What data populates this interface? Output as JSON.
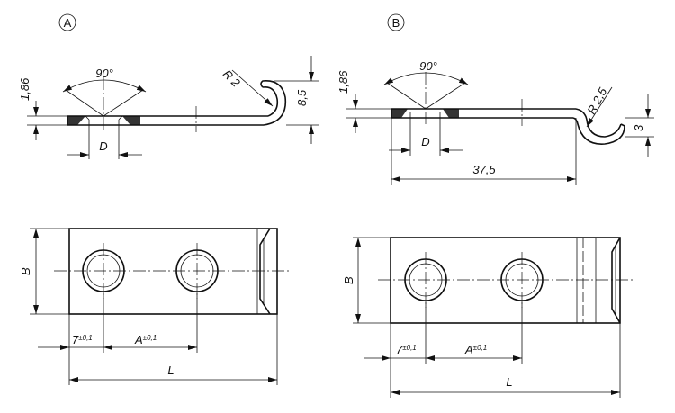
{
  "views": {
    "a": {
      "marker": "A"
    },
    "b": {
      "marker": "B"
    }
  },
  "dimensions": {
    "a": {
      "thickness": "1,86",
      "angle": "90°",
      "radius": "R 2",
      "height": "8,5",
      "hole": "D",
      "width": "B",
      "offset": "7",
      "offset_tol": "±0,1",
      "pitch": "A",
      "pitch_tol": "±0,1",
      "length": "L"
    },
    "b": {
      "thickness": "1,86",
      "angle": "90°",
      "radius": "R 2,5",
      "height": "3",
      "hole": "D",
      "span": "37,5",
      "width": "B",
      "offset": "7",
      "offset_tol": "±0,1",
      "pitch": "A",
      "pitch_tol": "±0,1",
      "length": "L"
    }
  }
}
